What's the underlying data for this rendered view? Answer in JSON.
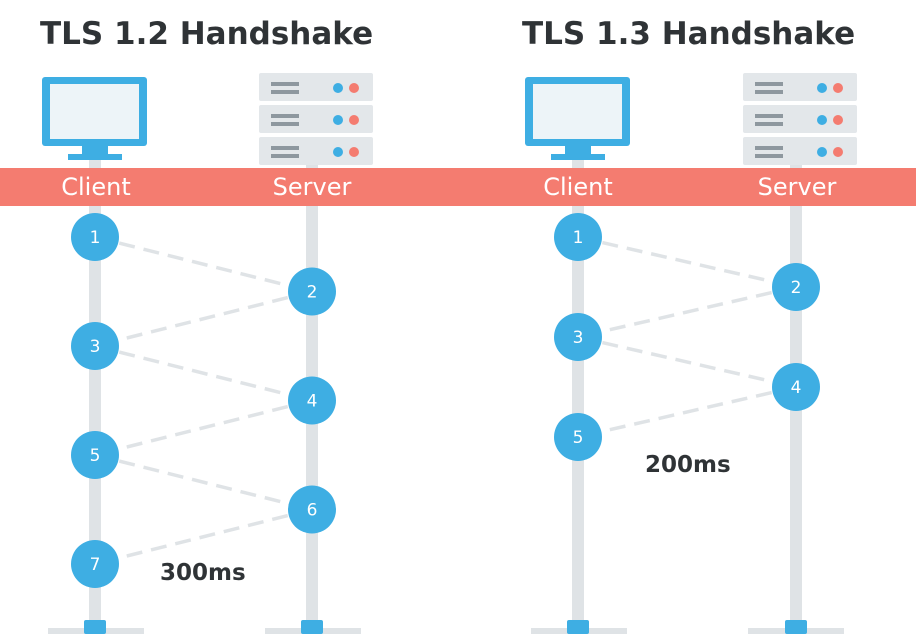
{
  "colors": {
    "banner": "#f47c70",
    "node": "#3eaee3",
    "lifeline": "#dfe3e6",
    "dash": "#dfe3e6",
    "monitor_frame": "#3eaee3",
    "monitor_screen": "#edf4f8",
    "server_body": "#e3e7ea",
    "server_bar": "#8e989f",
    "led_blue": "#3eaee3",
    "led_red": "#f47c70",
    "title_text": "#2f3336"
  },
  "tls12": {
    "title": "TLS 1.2 Handshake",
    "client_label": "Client",
    "server_label": "Server",
    "client_icon": "monitor-icon",
    "server_icon": "server-rack-icon",
    "steps": [
      {
        "num": "1",
        "side": "client"
      },
      {
        "num": "2",
        "side": "server"
      },
      {
        "num": "3",
        "side": "client"
      },
      {
        "num": "4",
        "side": "server"
      },
      {
        "num": "5",
        "side": "client"
      },
      {
        "num": "6",
        "side": "server"
      },
      {
        "num": "7",
        "side": "client"
      }
    ],
    "time": "300ms"
  },
  "tls13": {
    "title": "TLS 1.3 Handshake",
    "client_label": "Client",
    "server_label": "Server",
    "client_icon": "monitor-icon",
    "server_icon": "server-rack-icon",
    "steps": [
      {
        "num": "1",
        "side": "client"
      },
      {
        "num": "2",
        "side": "server"
      },
      {
        "num": "3",
        "side": "client"
      },
      {
        "num": "4",
        "side": "server"
      },
      {
        "num": "5",
        "side": "client"
      }
    ],
    "time": "200ms"
  }
}
